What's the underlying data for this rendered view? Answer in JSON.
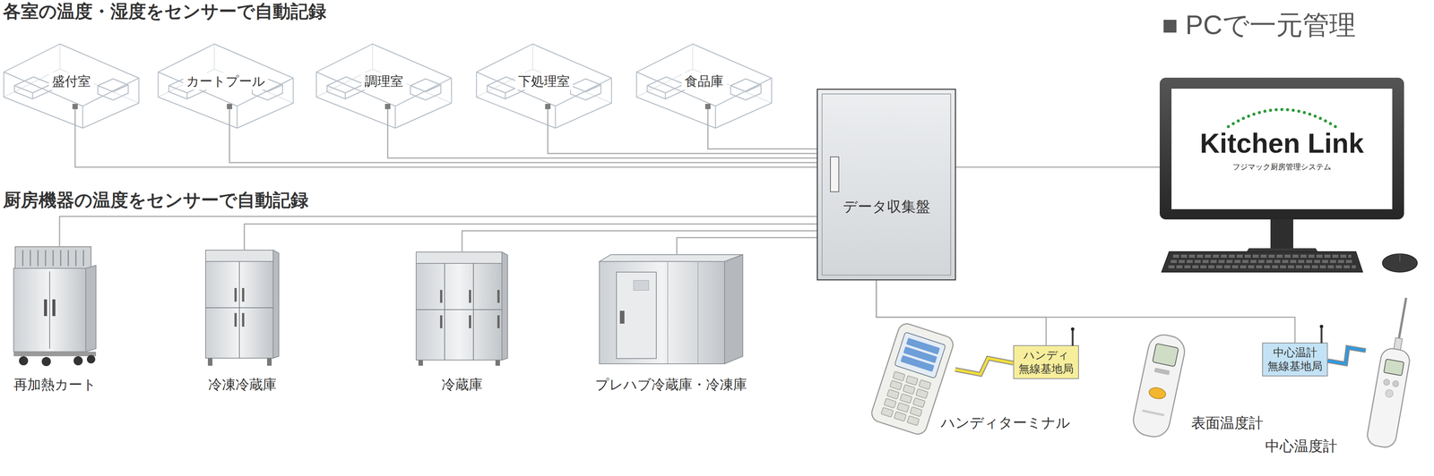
{
  "diagram": {
    "nodes": [
      {
        "text": [
          "盛付室"
        ]
      },
      {
        "text": [
          "カートプール"
        ]
      },
      {
        "text": [
          "調理室"
        ]
      },
      {
        "text": [
          "下処理室"
        ]
      },
      {
        "text": [
          "食品庫"
        ]
      },
      {
        "text": [
          "データ収集盤"
        ]
      },
      {
        "text": [
          "Kitchen Link",
          "フジマック厨房管理システム"
        ]
      },
      {
        "text": [
          "再加熱カート"
        ]
      },
      {
        "text": [
          "冷凍冷蔵庫"
        ]
      },
      {
        "text": [
          "冷蔵庫"
        ]
      },
      {
        "text": [
          "プレハブ冷蔵庫・冷凍庫"
        ]
      },
      {
        "text": [
          "ハンディ 無線基地局"
        ]
      },
      {
        "text": [
          "中心温計 無線基地局"
        ]
      },
      {
        "text": [
          "ハンディターミナル"
        ]
      },
      {
        "text": [
          "表面温度計"
        ]
      },
      {
        "text": [
          "中心温度計"
        ]
      }
    ],
    "edges": [
      {
        "from": 0,
        "to": 5,
        "arrow": "none"
      },
      {
        "from": 1,
        "to": 5,
        "arrow": "none"
      },
      {
        "from": 2,
        "to": 5,
        "arrow": "none"
      },
      {
        "from": 3,
        "to": 5,
        "arrow": "none"
      },
      {
        "from": 4,
        "to": 5,
        "arrow": "none"
      },
      {
        "from": 7,
        "to": 5,
        "arrow": "none"
      },
      {
        "from": 8,
        "to": 5,
        "arrow": "none"
      },
      {
        "from": 9,
        "to": 5,
        "arrow": "none"
      },
      {
        "from": 10,
        "to": 5,
        "arrow": "none"
      },
      {
        "from": 5,
        "to": 6,
        "arrow": "none"
      },
      {
        "from": 5,
        "to": 11,
        "arrow": "none"
      },
      {
        "from": 5,
        "to": 12,
        "arrow": "none"
      },
      {
        "from": 13,
        "to": 11,
        "arrow": "none"
      },
      {
        "from": 15,
        "to": 12,
        "arrow": "none"
      }
    ],
    "labels": [
      "各室の温度・湿度をセンサーで自動記録",
      "厨房機器の温度をセンサーで自動記録",
      "■ PCで一元管理"
    ]
  }
}
